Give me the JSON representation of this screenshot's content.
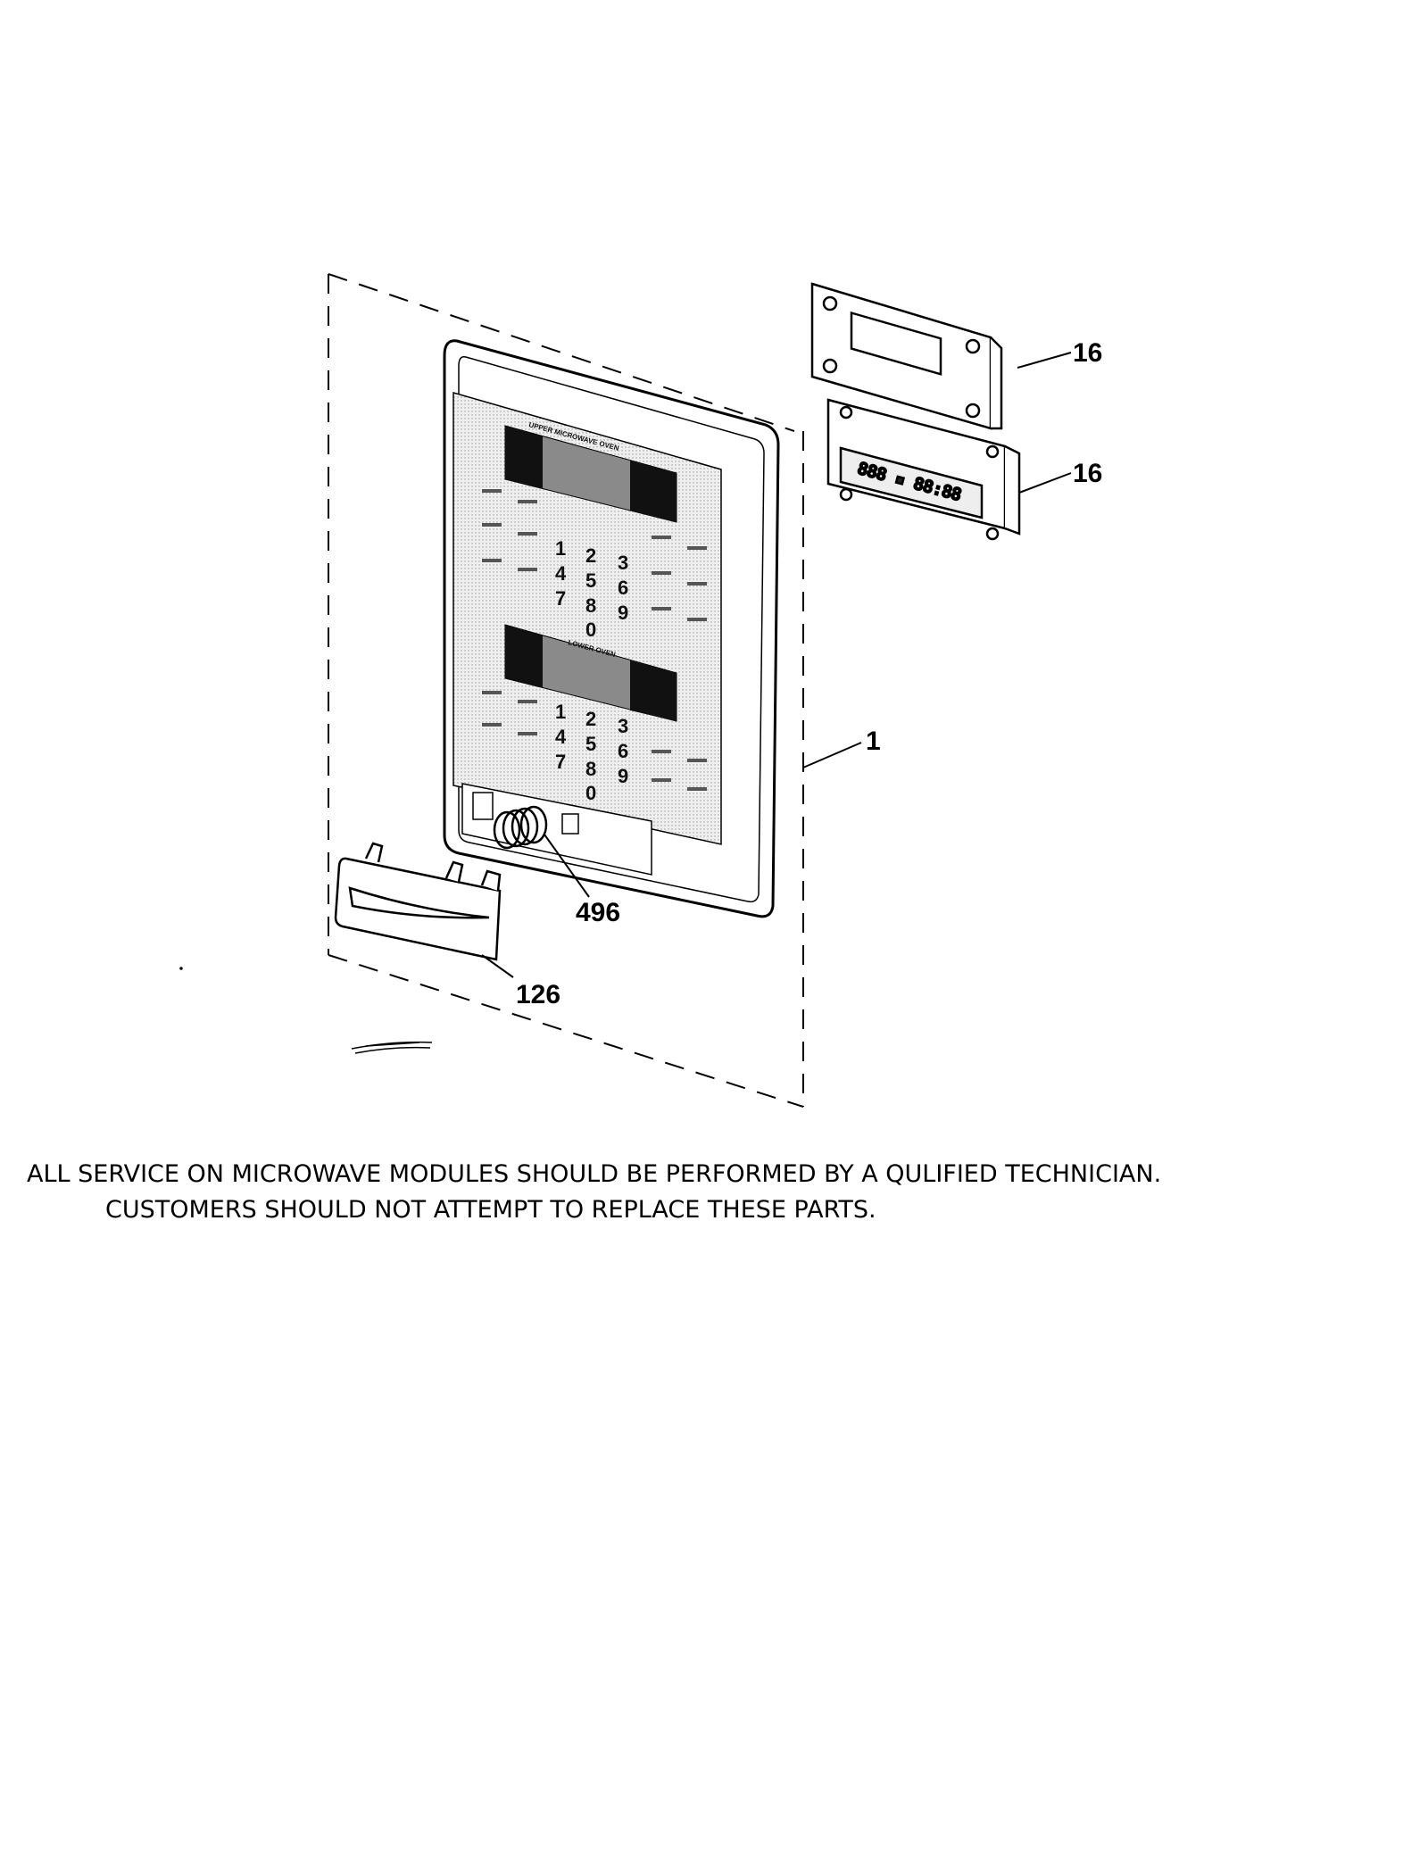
{
  "callouts": {
    "part_16_top": "16",
    "part_16_bottom": "16",
    "part_1": "1",
    "part_496": "496",
    "part_126": "126"
  },
  "panel_labels": {
    "upper_oven": "UPPER MICROWAVE OVEN",
    "lower_oven": "LOWER OVEN"
  },
  "notice": {
    "line1": "ALL SERVICE ON MICROWAVE MODULES SHOULD BE PERFORMED BY A QULIFIED TECHNICIAN.",
    "line2": "CUSTOMERS SHOULD NOT ATTEMPT TO REPLACE THESE PARTS."
  }
}
